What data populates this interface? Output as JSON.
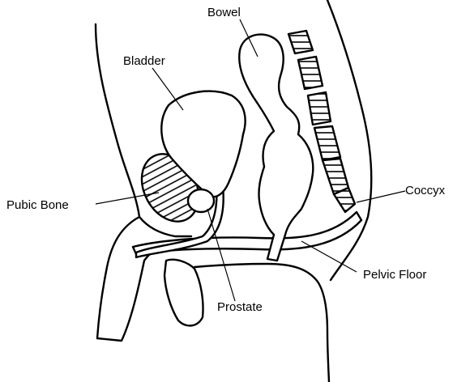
{
  "labels": {
    "bowel": "Bowel",
    "bladder": "Bladder",
    "pubic_bone": "Pubic Bone",
    "coccyx": "Coccyx",
    "pelvic_floor": "Pelvic Floor",
    "prostate": "Prostate"
  },
  "colors": {
    "stroke": "#000000",
    "background": "#ffffff"
  }
}
